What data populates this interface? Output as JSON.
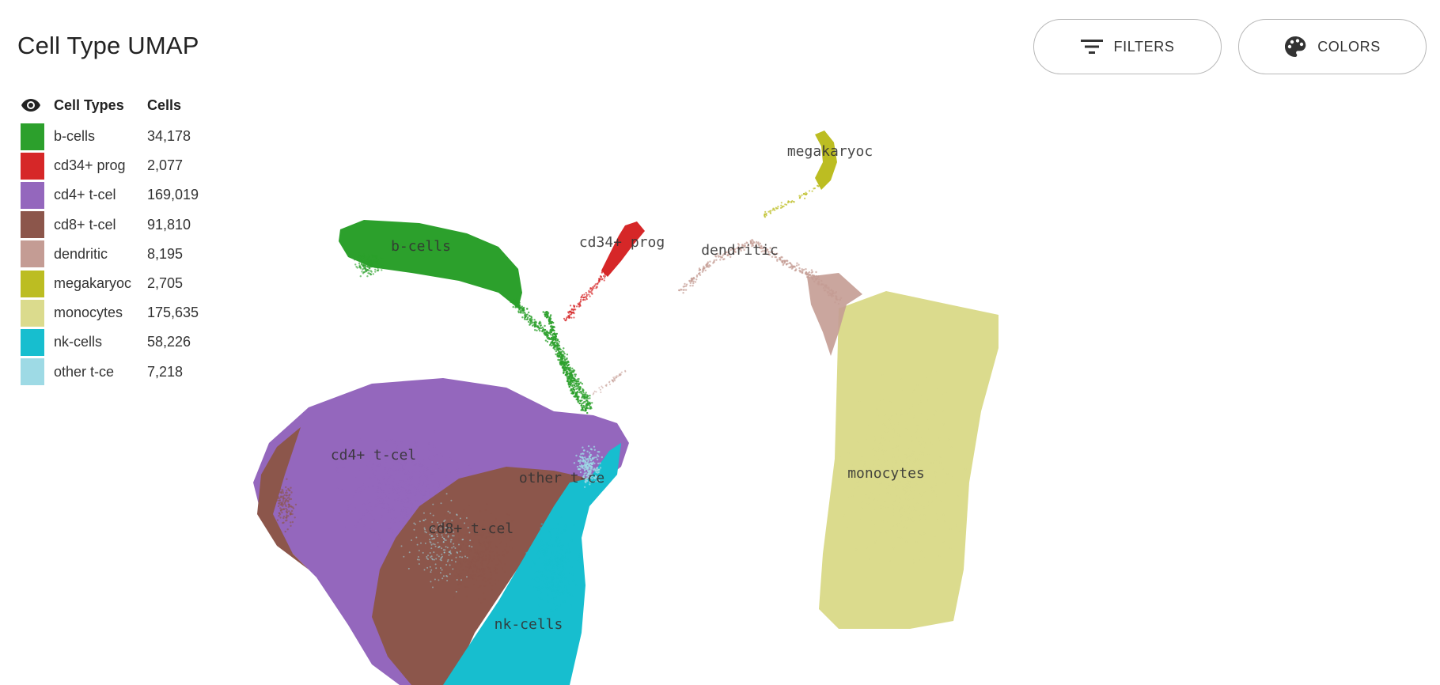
{
  "header": {
    "title": "Cell Type UMAP",
    "filters_label": "FILTERS",
    "colors_label": "COLORS"
  },
  "legend": {
    "visibility_icon": "eye-icon",
    "col_types": "Cell Types",
    "col_cells": "Cells",
    "rows": [
      {
        "label": "b-cells",
        "count": "34,178",
        "color": "#2ca02c"
      },
      {
        "label": "cd34+ prog",
        "count": "2,077",
        "color": "#d62728"
      },
      {
        "label": "cd4+ t-cel",
        "count": "169,019",
        "color": "#9467bd"
      },
      {
        "label": "cd8+ t-cel",
        "count": "91,810",
        "color": "#8c564b"
      },
      {
        "label": "dendritic",
        "count": "8,195",
        "color": "#c49c94"
      },
      {
        "label": "megakaryoc",
        "count": "2,705",
        "color": "#bcbd22"
      },
      {
        "label": "monocytes",
        "count": "175,635",
        "color": "#dbdb8d"
      },
      {
        "label": "nk-cells",
        "count": "58,226",
        "color": "#17becf"
      },
      {
        "label": "other t-ce",
        "count": "7,218",
        "color": "#9edae5"
      }
    ]
  },
  "chart_data": {
    "type": "scatter",
    "title": "Cell Type UMAP",
    "xlabel": "",
    "ylabel": "",
    "grid": false,
    "legend_position": "left",
    "series": [
      {
        "name": "b-cells",
        "color": "#2ca02c",
        "n_cells": 34178
      },
      {
        "name": "cd34+ prog",
        "color": "#d62728",
        "n_cells": 2077
      },
      {
        "name": "cd4+ t-cel",
        "color": "#9467bd",
        "n_cells": 169019
      },
      {
        "name": "cd8+ t-cel",
        "color": "#8c564b",
        "n_cells": 91810
      },
      {
        "name": "dendritic",
        "color": "#c49c94",
        "n_cells": 8195
      },
      {
        "name": "megakaryoc",
        "color": "#bcbd22",
        "n_cells": 2705
      },
      {
        "name": "monocytes",
        "color": "#dbdb8d",
        "n_cells": 175635
      },
      {
        "name": "nk-cells",
        "color": "#17becf",
        "n_cells": 58226
      },
      {
        "name": "other t-ce",
        "color": "#9edae5",
        "n_cells": 7218
      }
    ],
    "cluster_labels": [
      "b-cells",
      "cd34+ prog",
      "megakaryoc",
      "dendritic",
      "cd4+ t-cel",
      "other t-ce",
      "cd8+ t-cel",
      "nk-cells",
      "monocytes"
    ]
  }
}
